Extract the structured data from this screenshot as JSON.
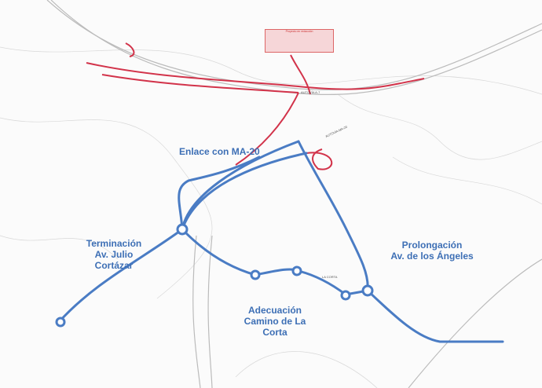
{
  "labels": {
    "enlace": "Enlace con MA-20",
    "terminacion_1": "Terminación",
    "terminacion_2": "Av. Julio Cortázar",
    "adecuacion_1": "Adecuación",
    "adecuacion_2": "Camino de La Corta",
    "prolongacion_1": "Prolongación",
    "prolongacion_2": "Av. de los Ángeles",
    "autovia_a7": "AUTOVÍA A-7",
    "autovia_ma20": "AUTOVÍA MA-20",
    "la_corta": "LA CORTA"
  },
  "note": {
    "line1": "Proyecto en redacción"
  },
  "colors": {
    "new_road": "#4a7cc4",
    "red_road": "#d2334a",
    "background_lines": "#cccccc"
  }
}
